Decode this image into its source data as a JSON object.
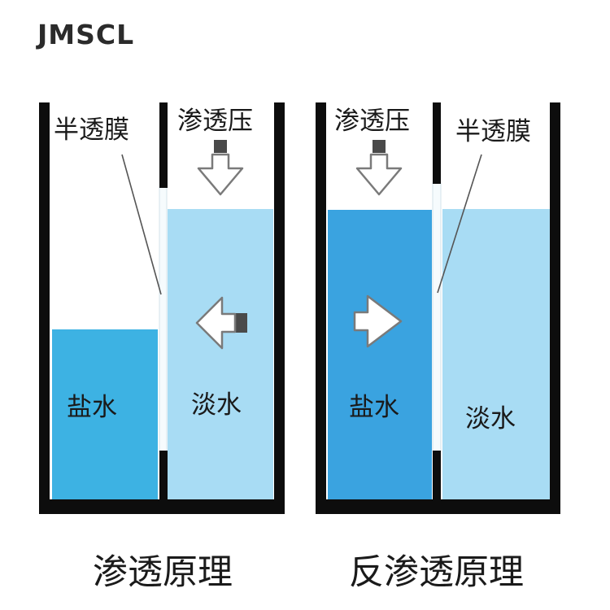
{
  "brand": "JMSCL",
  "colors": {
    "salt_water_osmosis": "#3db2e3",
    "fresh_water": "#a8dcf4",
    "salt_water_reverse": "#3aa3e0",
    "walls": "#0d0d0d",
    "membrane": "#f6fbfd"
  },
  "osmosis": {
    "membrane_label": "半透膜",
    "pressure_label": "渗透压",
    "salt_label": "盐水",
    "fresh_label": "淡水",
    "caption": "渗透原理",
    "flow_icon": "arrow-left-icon",
    "pressure_icon": "arrow-down-icon"
  },
  "reverse": {
    "pressure_label": "渗透压",
    "membrane_label": "半透膜",
    "salt_label": "盐水",
    "fresh_label": "淡水",
    "caption": "反渗透原理",
    "flow_icon": "arrow-right-icon",
    "pressure_icon": "arrow-down-icon"
  }
}
